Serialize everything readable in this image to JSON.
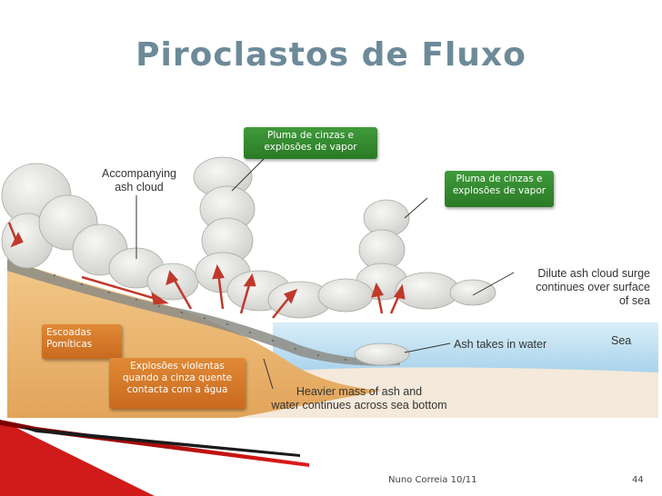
{
  "slide": {
    "title": "Piroclastos de Fluxo",
    "footer_author": "Nuno Correia 10/11",
    "page_number": "44"
  },
  "callouts": {
    "pluma_1": "Pluma de cinzas e explosões de vapor",
    "pluma_2": "Pluma de cinzas e explosões de vapor",
    "escoadas": "Escoadas Pomíticas",
    "explosoes": "Explosões violentas quando a cinza quente contacta com a água"
  },
  "labels": {
    "accompanying_line1": "Accompanying",
    "accompanying_line2": "ash cloud",
    "dilute_line1": "Dilute ash cloud surge",
    "dilute_line2": "continues over surface",
    "dilute_line3": "of sea",
    "sea": "Sea",
    "ash_takes": "Ash takes in water",
    "heavier_line1": "Heavier mass of ash and",
    "heavier_line2": "water continues across sea bottom"
  },
  "colors": {
    "green_callout": "#2e7d2a",
    "orange_callout": "#d27525",
    "sea": "#bfe0f2",
    "slope": "#f0c07a",
    "title": "#6d8a99",
    "arrow": "#c0392b"
  }
}
